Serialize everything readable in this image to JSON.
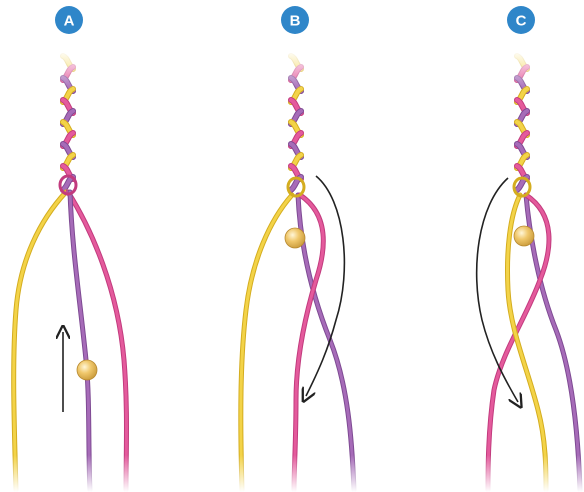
{
  "panels": [
    {
      "label": "A",
      "arrow_direction": "up"
    },
    {
      "label": "B",
      "arrow_direction": "down"
    },
    {
      "label": "C",
      "arrow_direction": "down"
    }
  ],
  "colors": {
    "badge": "#2f86c9",
    "yellow_cord": "#f3d348",
    "yellow_cord_edge": "#d4ad1f",
    "pink_cord": "#e45a9c",
    "pink_cord_edge": "#c23b7e",
    "purple_cord": "#a66bb8",
    "purple_cord_edge": "#7e4a93",
    "bead": "#eec36a",
    "bead_highlight": "#fff3cf",
    "arrow": "#222222"
  }
}
